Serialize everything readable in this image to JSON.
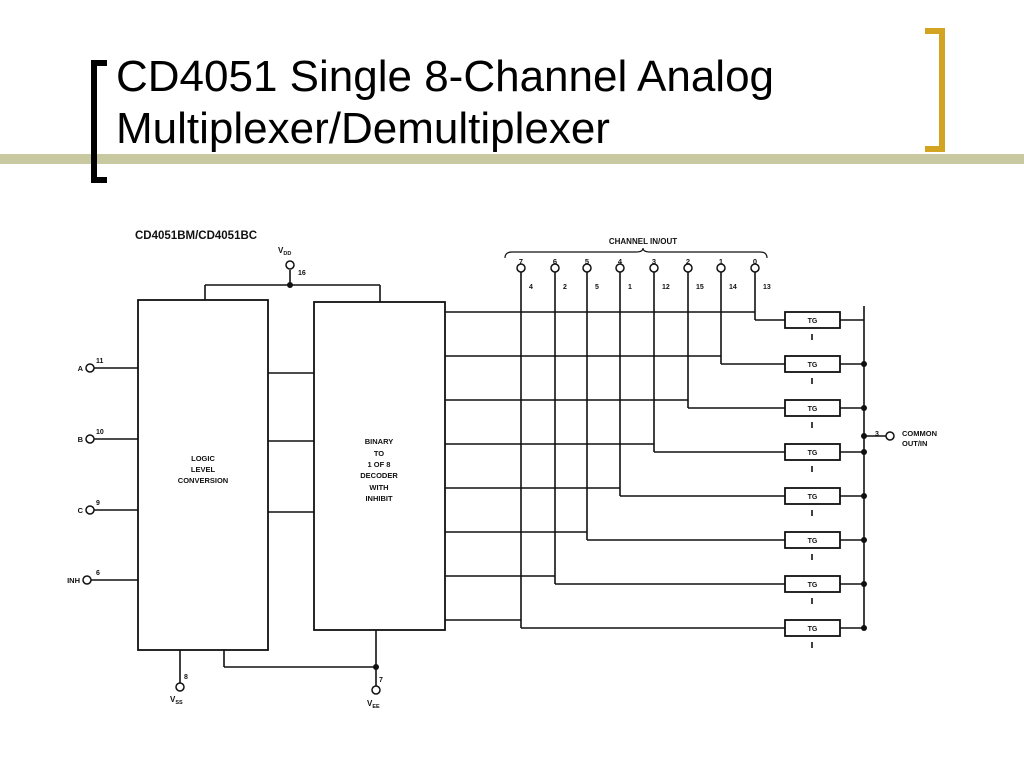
{
  "slide": {
    "title_line1": "CD4051 Single 8-Channel Analog",
    "title_line2": "Multiplexer/Demultiplexer"
  },
  "diagram": {
    "part_title": "CD4051BM/CD4051BC",
    "vdd_label": "V",
    "vdd_sub": "DD",
    "vdd_pin": "16",
    "vss_label": "V",
    "vss_sub": "SS",
    "vss_pin": "8",
    "vee_label": "V",
    "vee_sub": "EE",
    "vee_pin": "7",
    "channel_header": "CHANNEL IN/OUT",
    "inputs": [
      {
        "label": "A",
        "pin": "11"
      },
      {
        "label": "B",
        "pin": "10"
      },
      {
        "label": "C",
        "pin": "9"
      },
      {
        "label": "INH",
        "pin": "6"
      }
    ],
    "logic_block": [
      "LOGIC",
      "LEVEL",
      "CONVERSION"
    ],
    "decoder_block": [
      "BINARY",
      "TO",
      "1 OF 8",
      "DECODER",
      "WITH",
      "INHIBIT"
    ],
    "channels": [
      {
        "channel": "7",
        "pin": "4"
      },
      {
        "channel": "6",
        "pin": "2"
      },
      {
        "channel": "5",
        "pin": "5"
      },
      {
        "channel": "4",
        "pin": "1"
      },
      {
        "channel": "3",
        "pin": "12"
      },
      {
        "channel": "2",
        "pin": "15"
      },
      {
        "channel": "1",
        "pin": "14"
      },
      {
        "channel": "0",
        "pin": "13"
      }
    ],
    "gate_label": "TG",
    "common_pin": "3",
    "common_label": [
      "COMMON",
      "OUT/IN"
    ]
  },
  "colors": {
    "title_bar": "#c8c9a0",
    "bracket_right": "#d3a422",
    "ink": "#111111"
  }
}
